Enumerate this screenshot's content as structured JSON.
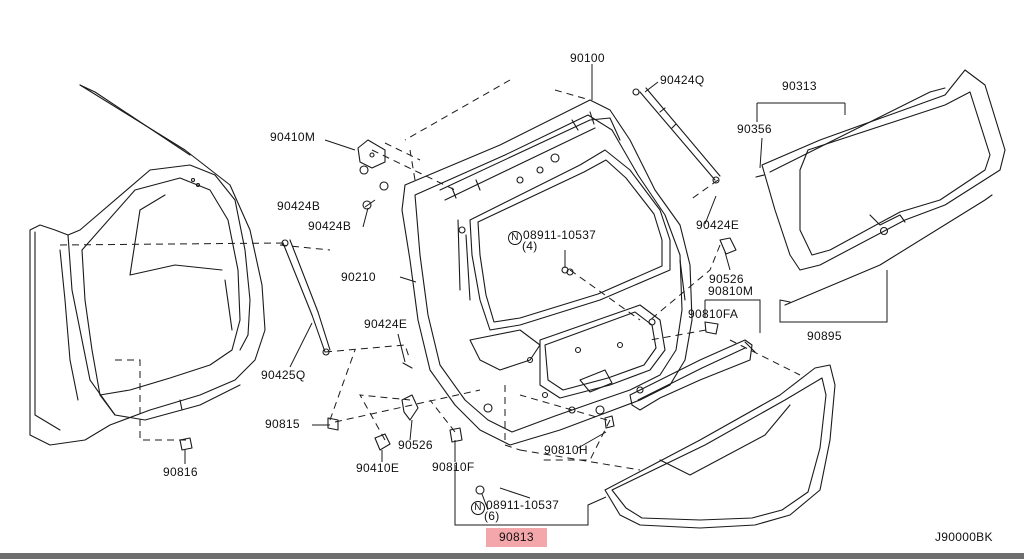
{
  "diagram": {
    "labels": {
      "p90100": "90100",
      "p90424q": "90424Q",
      "p90313": "90313",
      "p90356": "90356",
      "p90410m": "90410M",
      "p90424b_a": "90424B",
      "p90424b_b": "90424B",
      "p90424e_top": "90424E",
      "n08911_top": "08911-10537",
      "n08911_top_qty": "(4)",
      "p90210": "90210",
      "p90526_right": "90526",
      "p90810m": "90810M",
      "p90810fa": "90810FA",
      "p90424e_left": "90424E",
      "p90895": "90895",
      "p90425q": "90425Q",
      "p90815": "90815",
      "p90526_left": "90526",
      "p90810h": "90810H",
      "p90410e": "90410E",
      "p90810f": "90810F",
      "p90816": "90816",
      "n08911_bottom": "08911-10537",
      "n08911_bottom_qty": "(6)",
      "p90813": "90813",
      "ref_code": "J90000BK",
      "n_symbol": "N"
    },
    "colors": {
      "line": "#1a1a1a",
      "highlight": "#f4a7ab",
      "bottom_bar": "#6e6e6e"
    },
    "highlighted_part": "90813"
  }
}
